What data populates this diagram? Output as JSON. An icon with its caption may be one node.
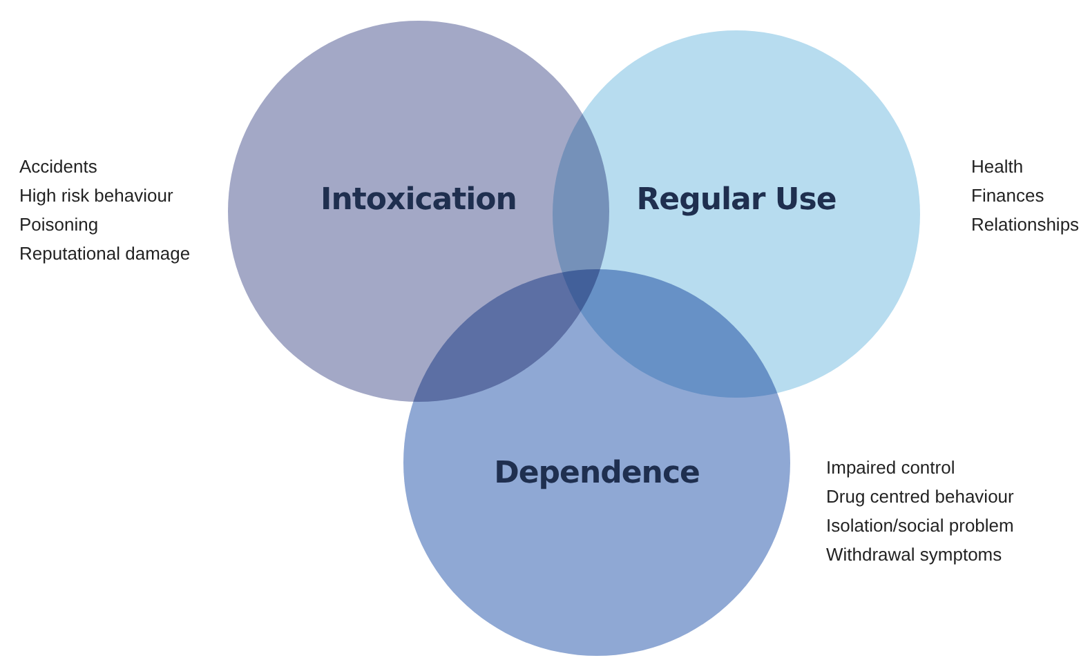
{
  "diagram": {
    "nodes": [
      {
        "text": [
          "Intoxication"
        ],
        "beside": [
          "Accidents",
          "High risk behaviour",
          "Poisoning",
          "Reputational damage"
        ]
      },
      {
        "text": [
          "Regular Use"
        ],
        "beside": [
          "Health",
          "Finances",
          "Relationships"
        ]
      },
      {
        "text": [
          "Dependence"
        ],
        "beside": [
          "Impaired control",
          "Drug centred behaviour",
          "Isolation/social problem",
          "Withdrawal symptoms"
        ]
      }
    ]
  }
}
